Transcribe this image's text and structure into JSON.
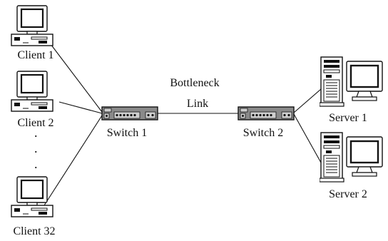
{
  "clients": [
    {
      "label": "Client 1"
    },
    {
      "label": "Client 2"
    },
    {
      "label": "Client 32"
    }
  ],
  "ellipsis": ".",
  "switches": [
    {
      "label": "Switch 1"
    },
    {
      "label": "Switch 2"
    }
  ],
  "link": {
    "line1": "Bottleneck",
    "line2": "Link"
  },
  "servers": [
    {
      "label": "Server 1"
    },
    {
      "label": "Server 2"
    }
  ],
  "colors": {
    "stroke": "#111111",
    "screen": "#ffffff",
    "body": "#ffffff",
    "switch_body": "#8a8a8a"
  },
  "icons": {
    "client": "desktop-computer-icon",
    "switch": "network-switch-icon",
    "server": "tower-server-icon"
  }
}
